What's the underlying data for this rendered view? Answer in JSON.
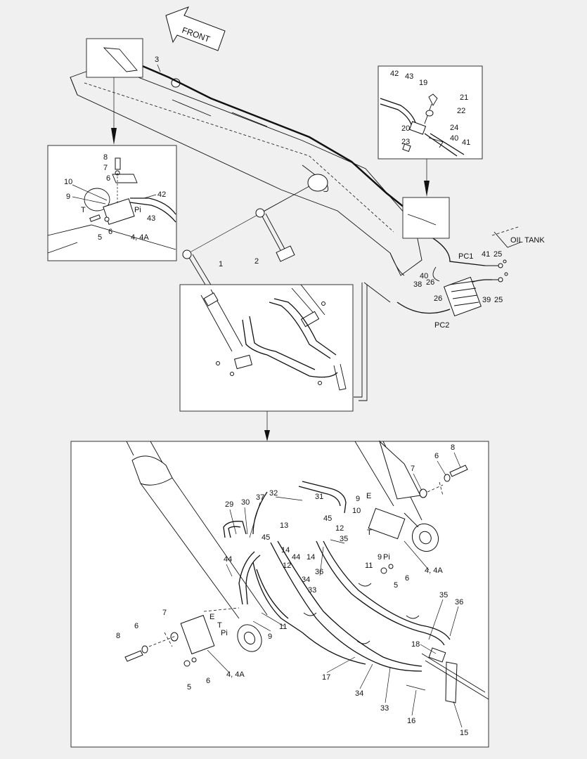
{
  "front_label": "FRONT",
  "oil_tank_label": "OIL TANK",
  "main_labels": {
    "n3": "3",
    "n1": "1",
    "n2": "2",
    "pc1": "PC1",
    "pc2": "PC2",
    "n41": "41",
    "n25a": "25",
    "n40": "40",
    "n38": "38",
    "n26a": "26",
    "n26b": "26",
    "n39": "39",
    "n25b": "25"
  },
  "inset_left": {
    "n8": "8",
    "n7": "7",
    "n6a": "6",
    "n10": "10",
    "n9": "9",
    "t": "T",
    "pi": "Pi",
    "n42": "42",
    "n43": "43",
    "n5": "5",
    "n6b": "6",
    "n4": "4, 4A"
  },
  "inset_right": {
    "n42": "42",
    "n43": "43",
    "n19": "19",
    "n21": "21",
    "n22": "22",
    "n20": "20",
    "n24": "24",
    "n23": "23",
    "n40": "40",
    "n41": "41"
  },
  "detail": {
    "n8a": "8",
    "n6a": "6",
    "n7a": "7",
    "n9a": "9",
    "e1": "E",
    "n10": "10",
    "n29": "29",
    "n30": "30",
    "n37": "37",
    "n32": "32",
    "n31": "31",
    "n13": "13",
    "n45a": "45",
    "n45b": "45",
    "n12a": "12",
    "n14a": "14",
    "n14b": "14",
    "n44a": "44",
    "n12b": "12",
    "n35a": "35",
    "n36a": "36",
    "t1": "T",
    "n9b": "9",
    "pi1": "Pi",
    "n11a": "11",
    "n6b": "6",
    "n5a": "5",
    "n44b": "44",
    "n4a": "4, 4A",
    "n34a": "34",
    "n33a": "33",
    "n7b": "7",
    "e2": "E",
    "t2": "T",
    "pi2": "Pi",
    "n11b": "11",
    "n9c": "9",
    "n8b": "8",
    "n6c": "6",
    "n35b": "35",
    "n36b": "36",
    "n18": "18",
    "n5b": "5",
    "n6d": "6",
    "n4b": "4, 4A",
    "n17": "17",
    "n34b": "34",
    "n33b": "33",
    "n16": "16",
    "n15": "15"
  }
}
